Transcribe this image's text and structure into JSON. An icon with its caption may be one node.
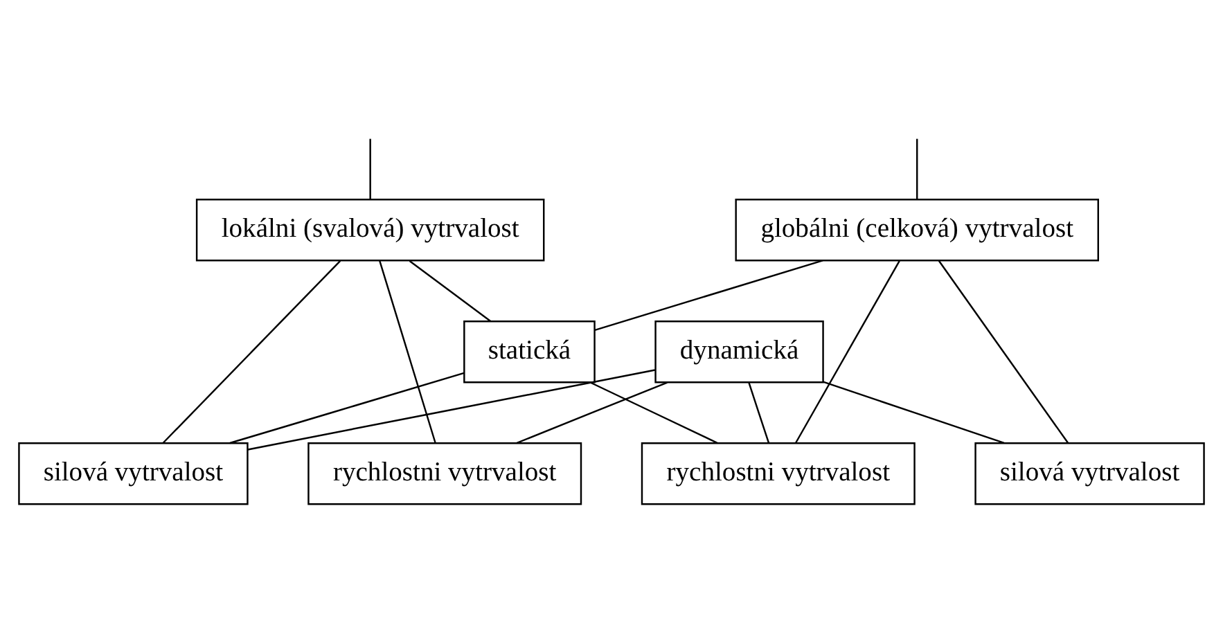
{
  "diagram": {
    "nodes": [
      {
        "text": [
          "lokálni (svalová) vytrvalost"
        ]
      },
      {
        "text": [
          "globálni (celková) vytrvalost"
        ]
      },
      {
        "text": [
          "dynamická"
        ]
      },
      {
        "text": [
          "statická"
        ]
      },
      {
        "text": [
          "rychlostni vytrvalost"
        ]
      },
      {
        "text": [
          "silová vytrvalost"
        ]
      },
      {
        "text": [
          "rychlostni vytrvalost"
        ]
      },
      {
        "text": [
          "silová vytrvalost"
        ]
      }
    ],
    "edges": [
      {
        "from": null,
        "to": 0,
        "arrow": "none"
      },
      {
        "from": null,
        "to": 1,
        "arrow": "none"
      },
      {
        "from": 0,
        "to": 4,
        "arrow": "none"
      },
      {
        "from": 0,
        "to": 5,
        "arrow": "none"
      },
      {
        "from": 0,
        "to": 3,
        "arrow": "none"
      },
      {
        "from": 1,
        "to": 3,
        "arrow": "none"
      },
      {
        "from": 1,
        "to": 6,
        "arrow": "none"
      },
      {
        "from": 1,
        "to": 7,
        "arrow": "none"
      },
      {
        "from": 2,
        "to": 4,
        "arrow": "none"
      },
      {
        "from": 2,
        "to": 5,
        "arrow": "none"
      },
      {
        "from": 3,
        "to": 5,
        "arrow": "none"
      },
      {
        "from": 2,
        "to": 6,
        "arrow": "none"
      },
      {
        "from": 2,
        "to": 7,
        "arrow": "none"
      },
      {
        "from": 3,
        "to": 6,
        "arrow": "none"
      }
    ]
  }
}
